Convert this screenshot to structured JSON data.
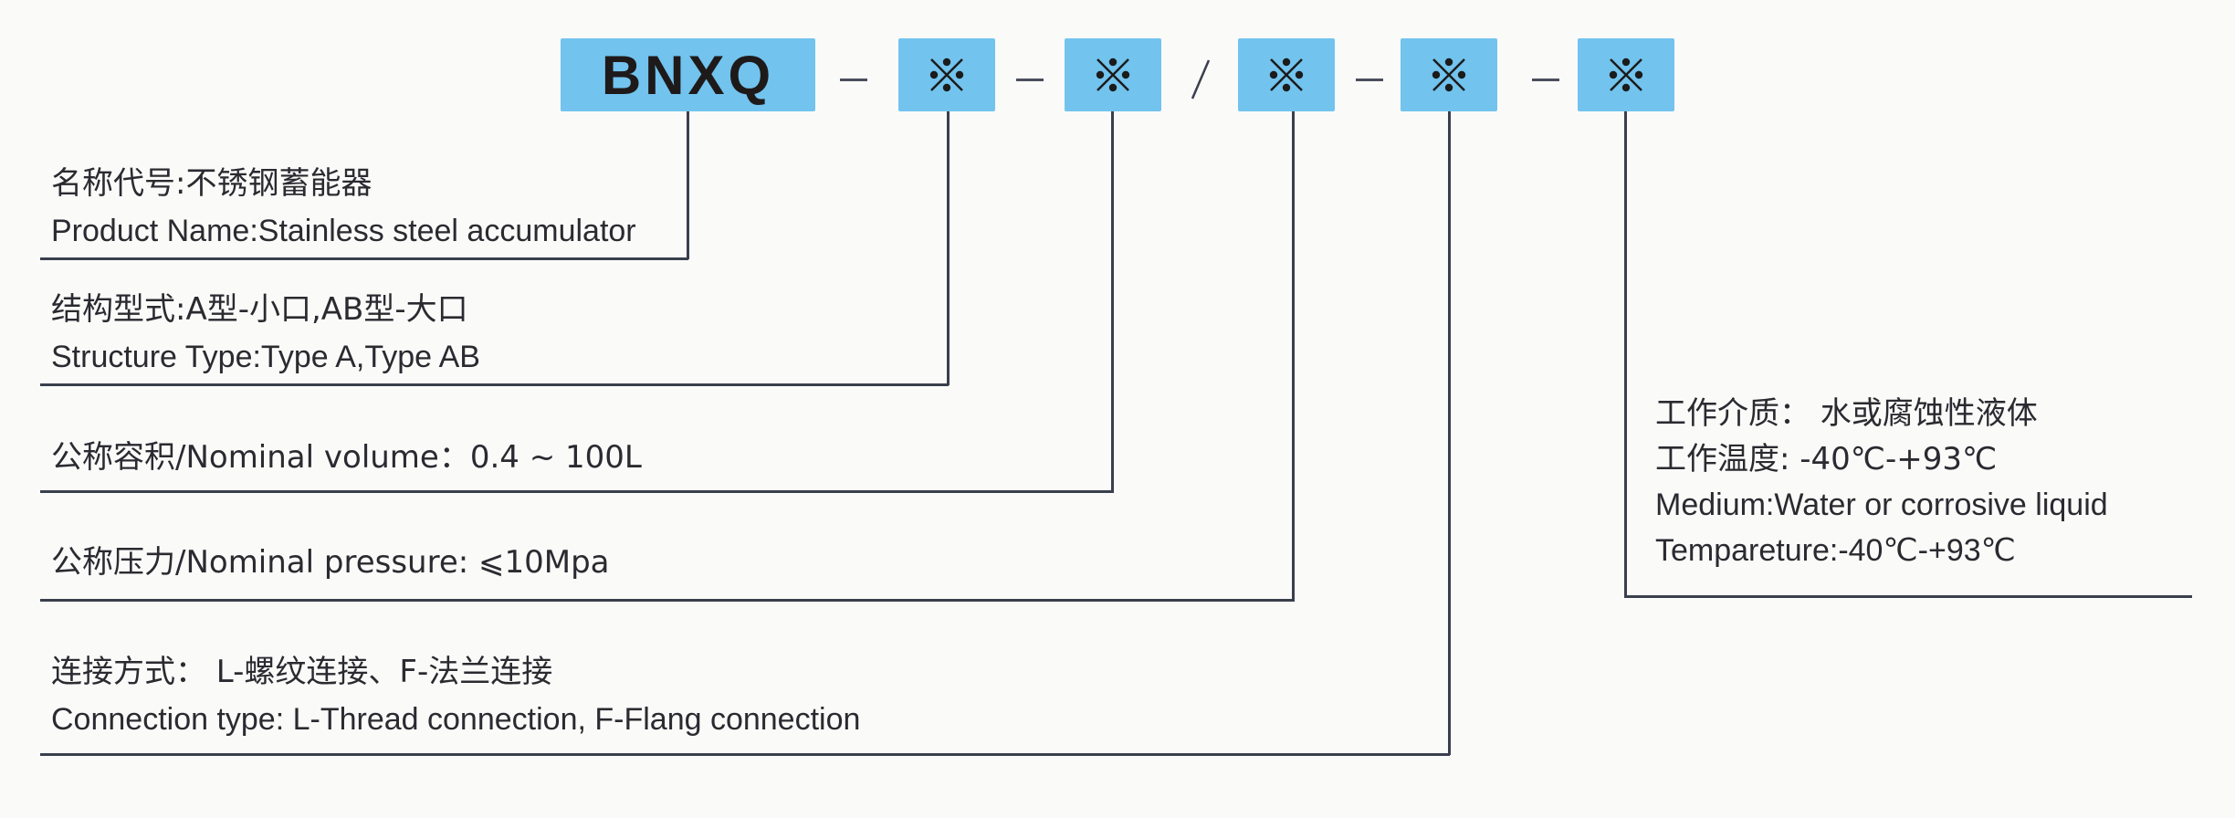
{
  "header": {
    "prefix_code": "BNXQ",
    "separators": [
      "—",
      "—",
      "/",
      "—",
      "—"
    ],
    "slot_symbol": "reference-mark-icon",
    "slot_count": 5,
    "box_color": "#72c3ee"
  },
  "annotations": [
    {
      "id": "product-name",
      "lines": [
        "名称代号:不锈钢蓄能器",
        "Product Name:Stainless steel accumulator"
      ]
    },
    {
      "id": "structure-type",
      "lines": [
        "结构型式:A型-小口,AB型-大口",
        "Structure Type:Type A,Type AB"
      ]
    },
    {
      "id": "nominal-volume",
      "lines": [
        "公称容积/Nominal volume：0.4 ~ 100L"
      ]
    },
    {
      "id": "nominal-pressure",
      "lines": [
        "公称压力/Nominal pressure: ⩽10Mpa"
      ]
    },
    {
      "id": "connection-type",
      "lines": [
        "连接方式： L-螺纹连接、F-法兰连接",
        "Connection type: L-Thread connection,  F-Flang connection"
      ]
    },
    {
      "id": "working-medium",
      "lines": [
        "工作介质： 水或腐蚀性液体",
        "工作温度: -40℃-+93℃",
        "Medium:Water or corrosive liquid",
        "Tempareture:-40℃-+93℃"
      ]
    }
  ]
}
